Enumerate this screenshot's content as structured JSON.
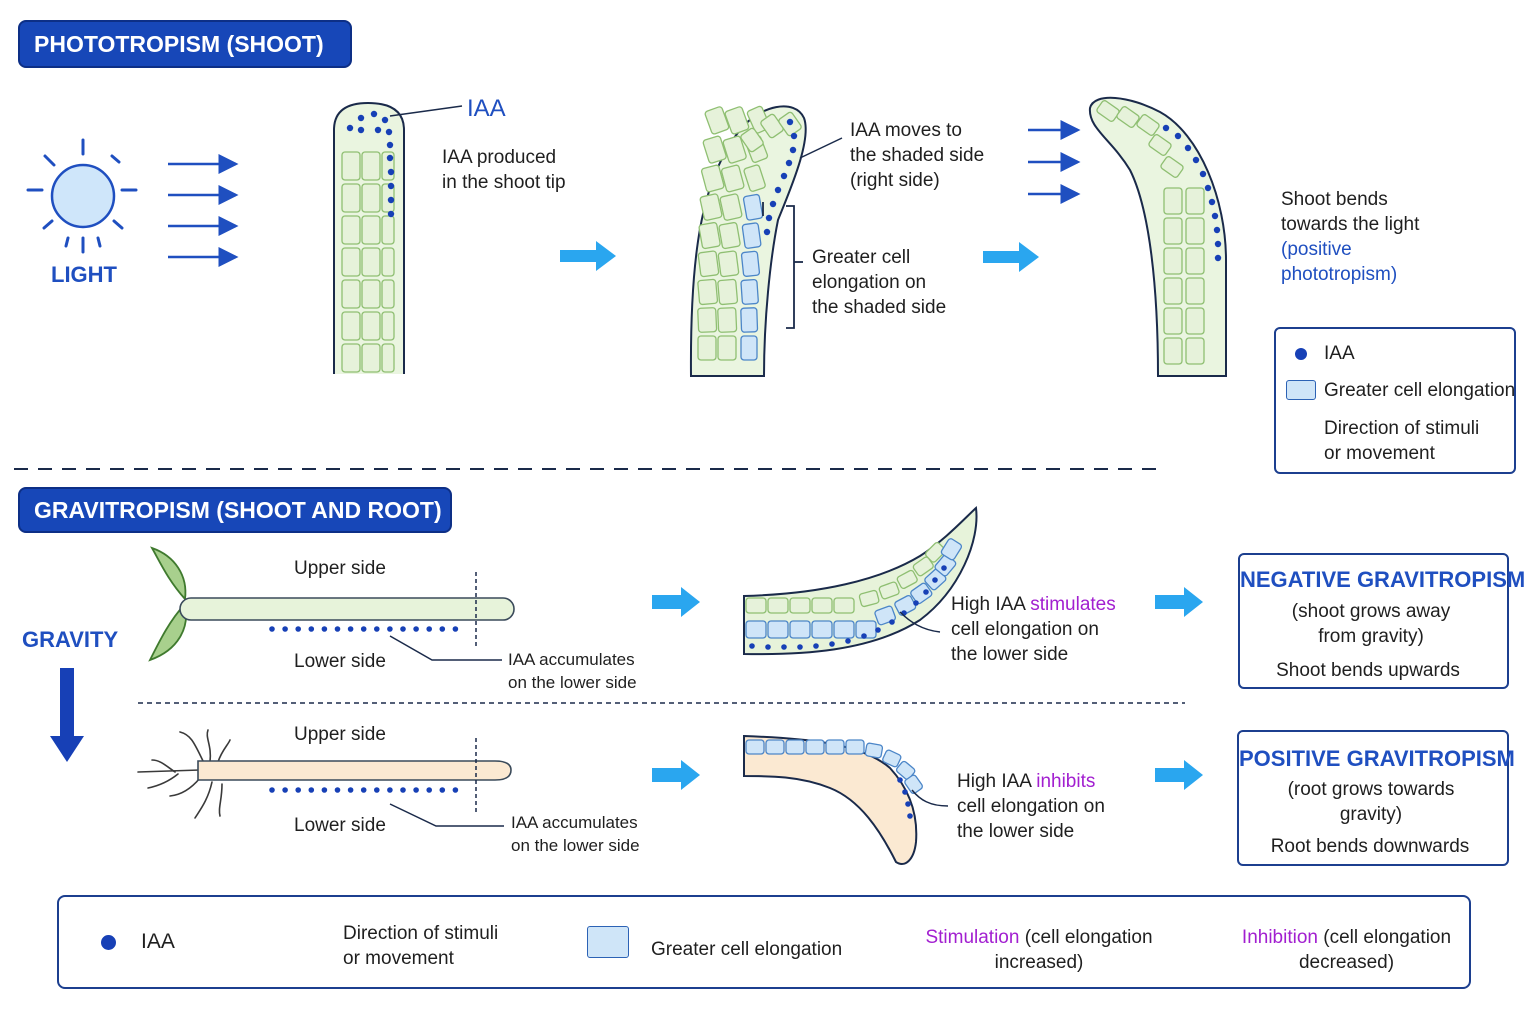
{
  "phototropism": {
    "title": "PHOTOTROPISM (SHOOT)",
    "light_label": "LIGHT",
    "iaa_label": "IAA",
    "iaa_produced": [
      "IAA produced",
      "in the shoot tip"
    ],
    "iaa_moves": [
      "IAA moves to",
      "the shaded side",
      "(right side)"
    ],
    "greater_elongation": [
      "Greater cell",
      "elongation on",
      "the shaded side"
    ],
    "shoot_bends": [
      "Shoot bends",
      "towards the light"
    ],
    "positive_phototropism": [
      "(positive",
      "phototropism)"
    ],
    "legend": {
      "iaa": "IAA",
      "greater": "Greater cell elongation",
      "direction": [
        "Direction of stimuli",
        "or movement"
      ]
    }
  },
  "gravitropism": {
    "title": "GRAVITROPISM (SHOOT AND ROOT)",
    "gravity_label": "GRAVITY",
    "shoot": {
      "upper": "Upper side",
      "lower": "Lower side",
      "iaa_accumulates": [
        "IAA accumulates",
        "on the lower side"
      ],
      "high_iaa_prefix": "High IAA ",
      "high_iaa_effect": "stimulates",
      "elongation_text": [
        "cell elongation on",
        "the lower side"
      ],
      "result_title": "NEGATIVE GRAVITROPISM",
      "result_desc": [
        "(shoot grows away",
        "from gravity)"
      ],
      "result_bend": "Shoot bends upwards"
    },
    "root": {
      "upper": "Upper side",
      "lower": "Lower side",
      "iaa_accumulates": [
        "IAA accumulates",
        "on the lower side"
      ],
      "high_iaa_prefix": "High IAA ",
      "high_iaa_effect": "inhibits",
      "elongation_text": [
        "cell elongation on",
        "the lower side"
      ],
      "result_title": "POSITIVE GRAVITROPISM",
      "result_desc": [
        "(root grows towards",
        "gravity)"
      ],
      "result_bend": "Root bends downwards"
    }
  },
  "bottom_legend": {
    "iaa": "IAA",
    "direction": [
      "Direction of stimuli",
      "or movement"
    ],
    "greater": "Greater cell elongation",
    "stimulation": "Stimulation",
    "stimulation_desc": [
      "(cell elongation",
      "increased)"
    ],
    "inhibition": "Inhibition",
    "inhibition_desc": [
      "(cell elongation",
      "decreased)"
    ]
  },
  "colors": {
    "iaa_dot": "#1740b6",
    "arrow": "#2aa6ef",
    "title_bg": "#1747b8",
    "cell_green": "#e6f2da",
    "cell_blue": "#cfe5f8",
    "root_fill": "#fbe9d2",
    "accent_purple": "#a21fd0"
  }
}
